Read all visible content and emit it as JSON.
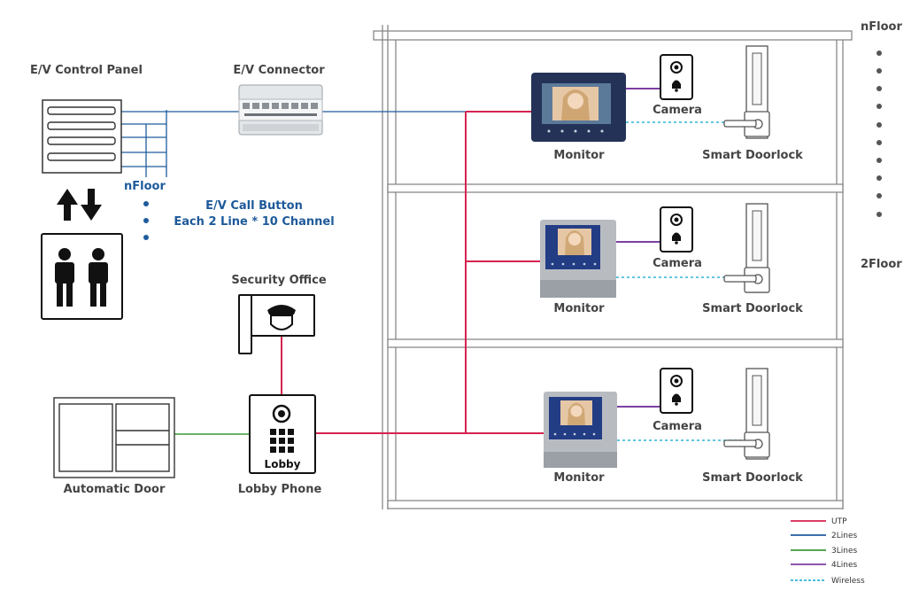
{
  "labels": {
    "ev_control_panel": "E/V Control Panel",
    "ev_connector": "E/V Connector",
    "nfloor_left": "nFloor",
    "ev_call_button_1": "E/V Call Button",
    "ev_call_button_2": "Each 2 Line * 10 Channel",
    "security_office": "Security Office",
    "automatic_door": "Automatic Door",
    "lobby_phone": "Lobby Phone",
    "lobby_badge": "Lobby",
    "floor_top": "nFloor",
    "floor_2": "2Floor"
  },
  "floors": [
    {
      "monitor": "Monitor",
      "camera": "Camera",
      "doorlock": "Smart Doorlock"
    },
    {
      "monitor": "Monitor",
      "camera": "Camera",
      "doorlock": "Smart Doorlock"
    },
    {
      "monitor": "Monitor",
      "camera": "Camera",
      "doorlock": "Smart Doorlock"
    }
  ],
  "legend": [
    {
      "label": "UTP",
      "color": "#d6234f",
      "style": "solid"
    },
    {
      "label": "2Lines",
      "color": "#1f5c9e",
      "style": "solid"
    },
    {
      "label": "3Lines",
      "color": "#3a9a3a",
      "style": "solid"
    },
    {
      "label": "4Lines",
      "color": "#7b3fa0",
      "style": "solid"
    },
    {
      "label": "Wireless",
      "color": "#2cb5d6",
      "style": "dotted"
    }
  ],
  "colors": {
    "utp": "#d6234f",
    "two_lines": "#1f5c9e",
    "three_lines": "#3a9a3a",
    "four_lines": "#7b3fa0",
    "wireless": "#2cb5d6"
  }
}
